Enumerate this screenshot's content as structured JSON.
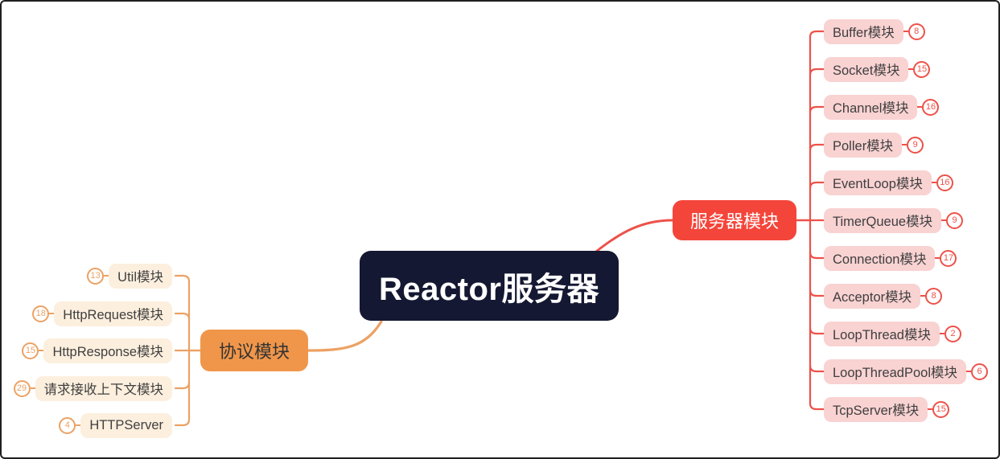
{
  "root": {
    "label": "Reactor服务器"
  },
  "branches": {
    "left": {
      "label": "协议模块",
      "children": [
        {
          "label": "Util模块",
          "count": "13"
        },
        {
          "label": "HttpRequest模块",
          "count": "18"
        },
        {
          "label": "HttpResponse模块",
          "count": "15"
        },
        {
          "label": "请求接收上下文模块",
          "count": "29"
        },
        {
          "label": "HTTPServer",
          "count": "4"
        }
      ]
    },
    "right": {
      "label": "服务器模块",
      "children": [
        {
          "label": "Buffer模块",
          "count": "8"
        },
        {
          "label": "Socket模块",
          "count": "15"
        },
        {
          "label": "Channel模块",
          "count": "16"
        },
        {
          "label": "Poller模块",
          "count": "9"
        },
        {
          "label": "EventLoop模块",
          "count": "16"
        },
        {
          "label": "TimerQueue模块",
          "count": "9"
        },
        {
          "label": "Connection模块",
          "count": "17"
        },
        {
          "label": "Acceptor模块",
          "count": "8"
        },
        {
          "label": "LoopThread模块",
          "count": "2"
        },
        {
          "label": "LoopThreadPool模块",
          "count": "6"
        },
        {
          "label": "TcpServer模块",
          "count": "15"
        }
      ]
    }
  },
  "colors": {
    "accent_red": "#ed5149",
    "node_red": "#f4453a",
    "pink": "#f9d2d2",
    "accent_orange": "#eca163",
    "node_orange": "#f0964a",
    "cream": "#fcefde",
    "central_bg": "#141832"
  }
}
